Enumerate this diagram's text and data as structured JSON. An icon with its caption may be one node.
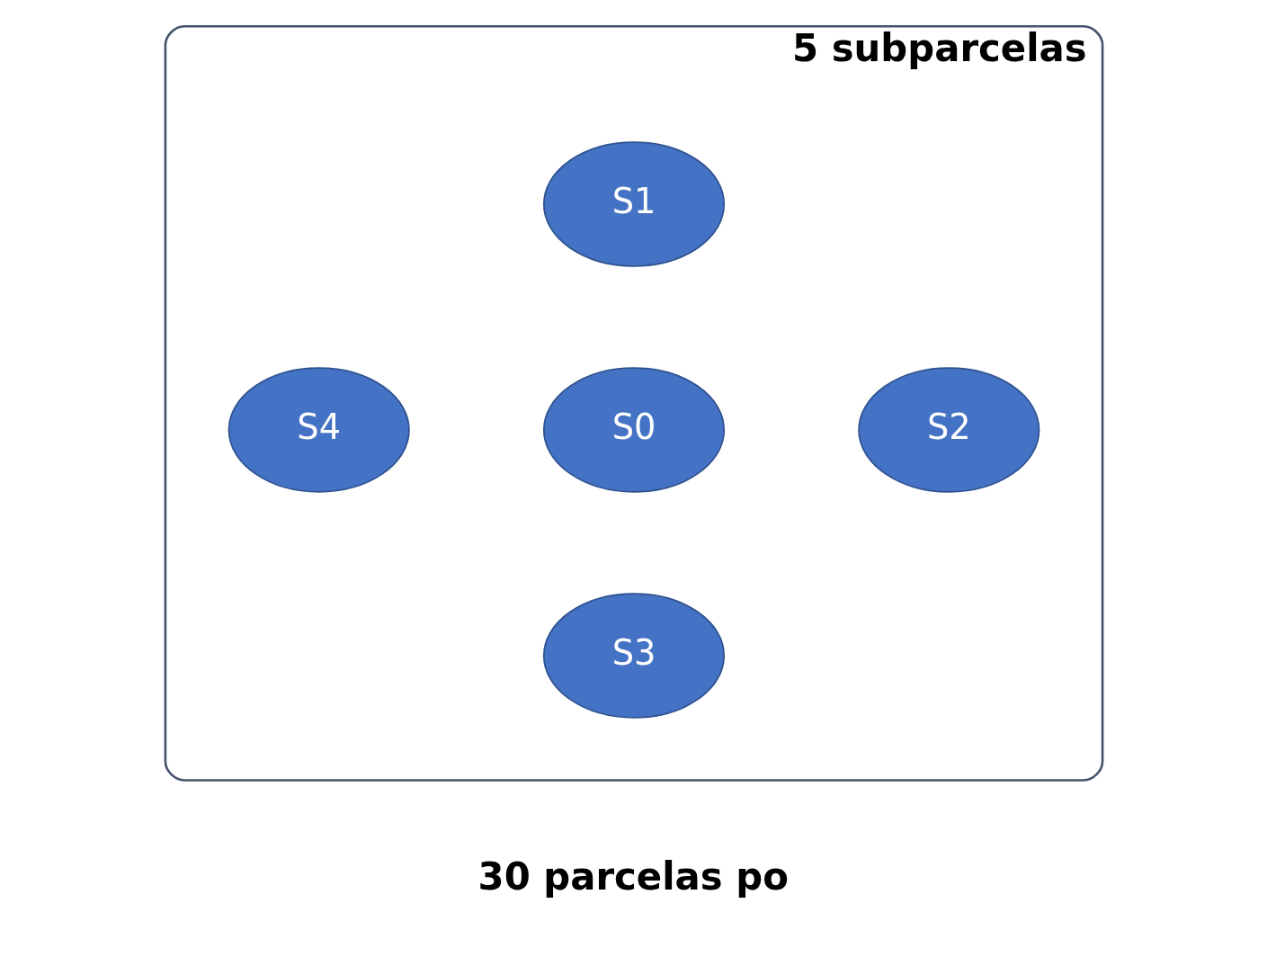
{
  "diagram": {
    "nodes": [
      {
        "text": [
          "5 subparcelas"
        ]
      },
      {
        "text": [
          "S1"
        ],
        "in": 0
      },
      {
        "text": [
          "S4"
        ],
        "in": 0
      },
      {
        "text": [
          "S0"
        ],
        "in": 0
      },
      {
        "text": [
          "S2"
        ],
        "in": 0
      },
      {
        "text": [
          "S3"
        ],
        "in": 0
      }
    ],
    "edges": [],
    "labels": [
      "30 parcelas po"
    ]
  }
}
